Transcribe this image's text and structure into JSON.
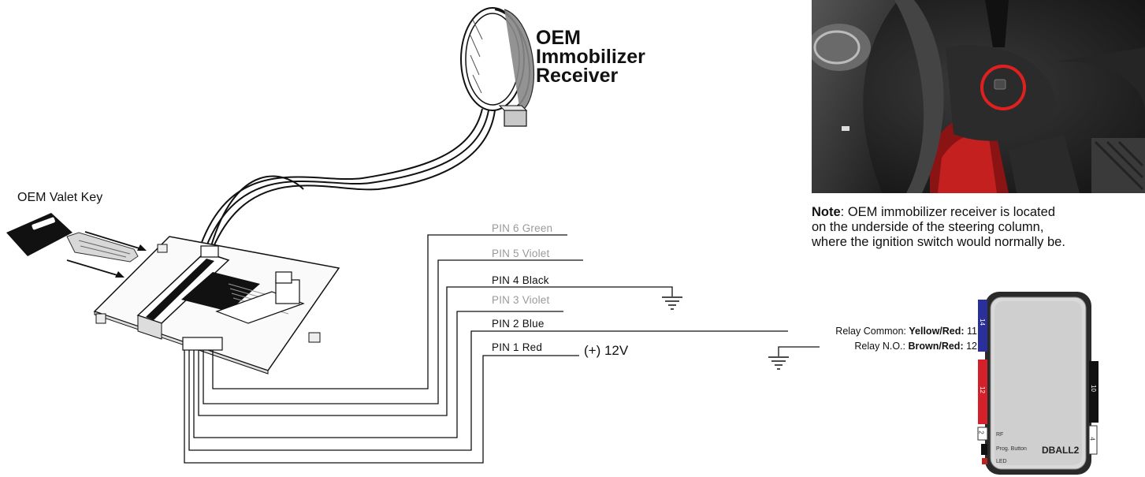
{
  "receiver": {
    "title_line1": "OEM",
    "title_line2": "Immobilizer",
    "title_line3": "Receiver"
  },
  "valet_key": {
    "label": "OEM Valet Key"
  },
  "pins": [
    {
      "label": "PIN 6  Green",
      "dimmed": true
    },
    {
      "label": "PIN 5  Violet",
      "dimmed": true
    },
    {
      "label": "PIN 4  Black",
      "dimmed": false
    },
    {
      "label": "PIN 3  Violet",
      "dimmed": true
    },
    {
      "label": "PIN 2  Blue",
      "dimmed": false
    },
    {
      "label": "PIN 1  Red",
      "dimmed": false
    }
  ],
  "power": {
    "label": "(+) 12V"
  },
  "relay": {
    "common_prefix": "Relay Common: ",
    "common_wire": "Yellow/Red:",
    "common_pin": " 11",
    "no_prefix": "Relay N.O.: ",
    "no_wire": "Brown/Red:",
    "no_pin": " 12"
  },
  "note": {
    "bold": "Note",
    "line1": ": OEM immobilizer receiver is located",
    "line2": "on the underside of the steering column,",
    "line3": "where the ignition switch would normally be."
  },
  "module": {
    "name": "DBALL2",
    "connector_14": "14",
    "connector_12": "12",
    "connector_10": "10",
    "connector_4": "4",
    "connector_2": "2",
    "label_rf": "RF",
    "label_prog": "Prog. Button",
    "label_led": "LED"
  },
  "colors": {
    "blue_connector": "#2a2f9a",
    "red_connector": "#d4202a",
    "highlight_circle": "#e02020"
  }
}
